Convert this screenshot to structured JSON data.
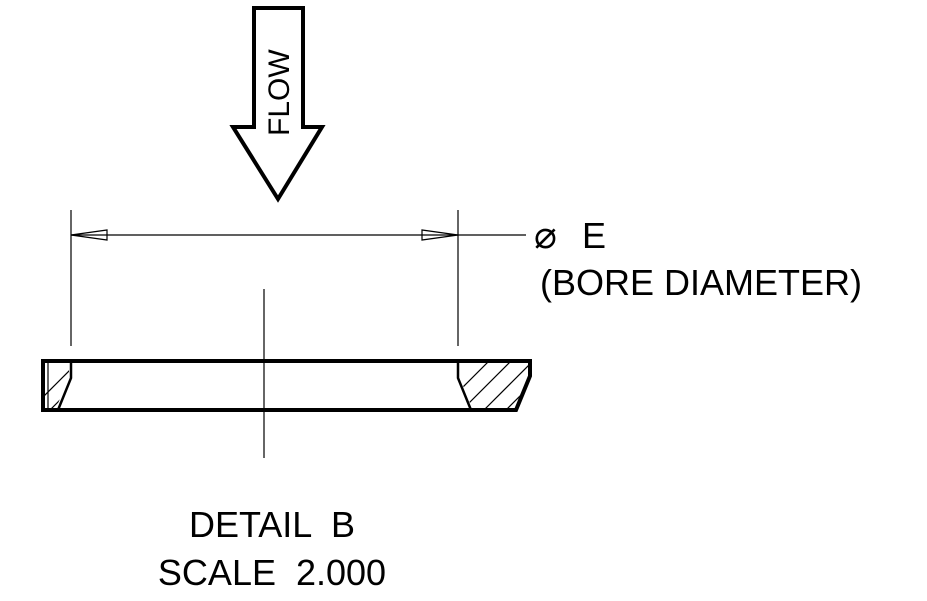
{
  "flow_label": "FLOW",
  "dimension": {
    "symbol": "⌀",
    "letter": "E",
    "description": "(BORE DIAMETER)"
  },
  "detail": {
    "title": "DETAIL  B",
    "scale": "SCALE  2.000"
  }
}
